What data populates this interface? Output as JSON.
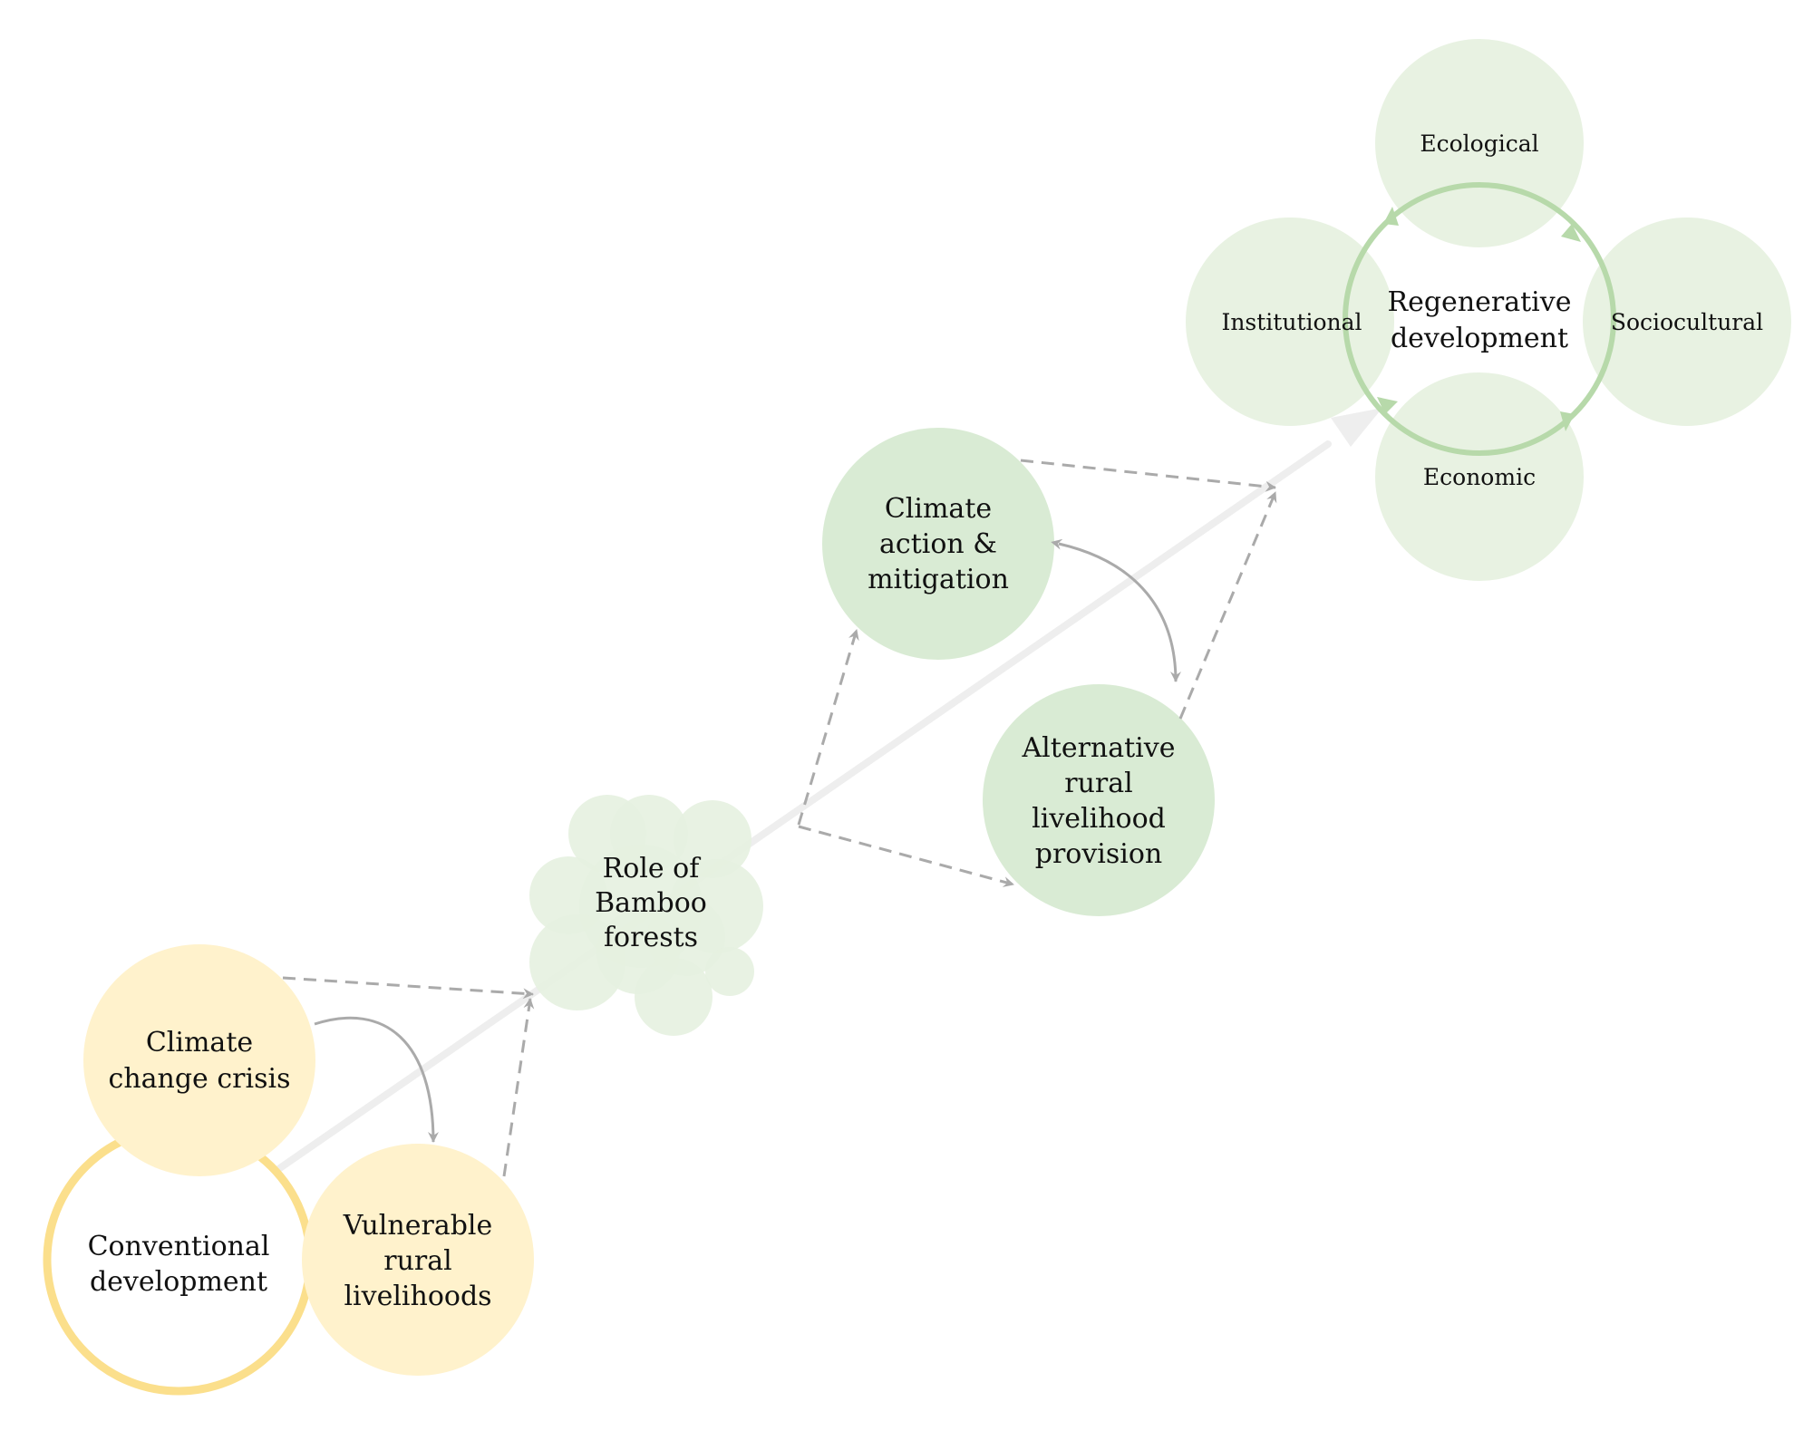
{
  "nodes": {
    "conventional": {
      "line1": "Conventional",
      "line2": "development"
    },
    "climate_crisis": {
      "line1": "Climate",
      "line2": "change crisis"
    },
    "vulnerable": {
      "line1": "Vulnerable",
      "line2": "rural",
      "line3": "livelihoods"
    },
    "bamboo": {
      "line1": "Role of",
      "line2": "Bamboo",
      "line3": "forests"
    },
    "climate_action": {
      "line1": "Climate",
      "line2": "action &",
      "line3": "mitigation"
    },
    "alternative": {
      "line1": "Alternative",
      "line2": "rural",
      "line3": "livelihood",
      "line4": "provision"
    },
    "regenerative": {
      "line1": "Regenerative",
      "line2": "development"
    },
    "pillars": {
      "ecological": "Ecological",
      "institutional": "Institutional",
      "sociocultural": "Sociocultural",
      "economic": "Economic"
    }
  },
  "colors": {
    "yellow_fill": "#FFF2CC",
    "yellow_ring": "#FBDF8C",
    "green_fill": "#D9EBD4",
    "pale_green": "#E8F2E2",
    "bamboo_green": "#E6F1E0",
    "cycle_green": "#B7D9AA",
    "dashed_gray": "#AAAAAA",
    "main_path_gray": "#EEEEEE"
  }
}
